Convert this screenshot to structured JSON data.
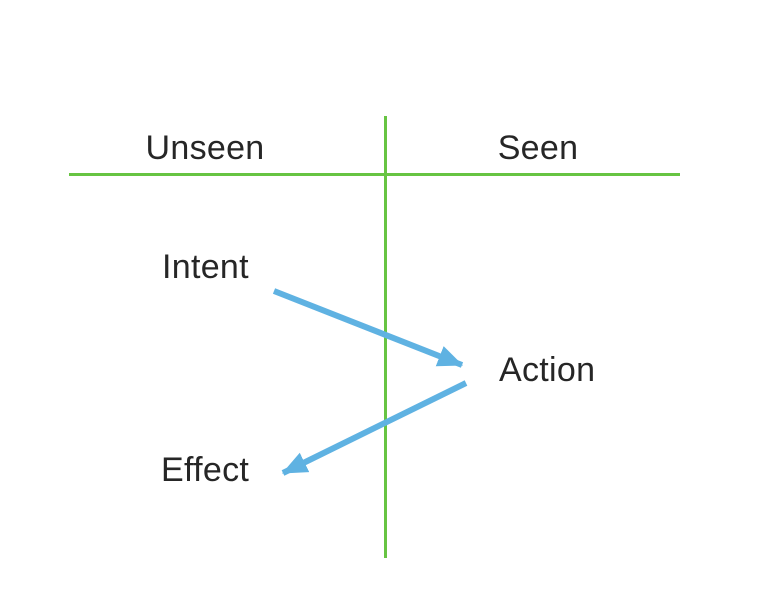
{
  "diagram": {
    "column_headers": [
      {
        "id": "unseen",
        "label": "Unseen"
      },
      {
        "id": "seen",
        "label": "Seen"
      }
    ],
    "nodes": [
      {
        "id": "intent",
        "label": "Intent",
        "column": "unseen"
      },
      {
        "id": "action",
        "label": "Action",
        "column": "seen"
      },
      {
        "id": "effect",
        "label": "Effect",
        "column": "unseen"
      }
    ],
    "arrows": [
      {
        "from": "Intent",
        "to": "Action"
      },
      {
        "from": "Action",
        "to": "Effect"
      }
    ]
  },
  "colors": {
    "grid_line": "#67C442",
    "arrow": "#5FB2E2",
    "text": "#262626",
    "background": "#FFFFFF"
  }
}
